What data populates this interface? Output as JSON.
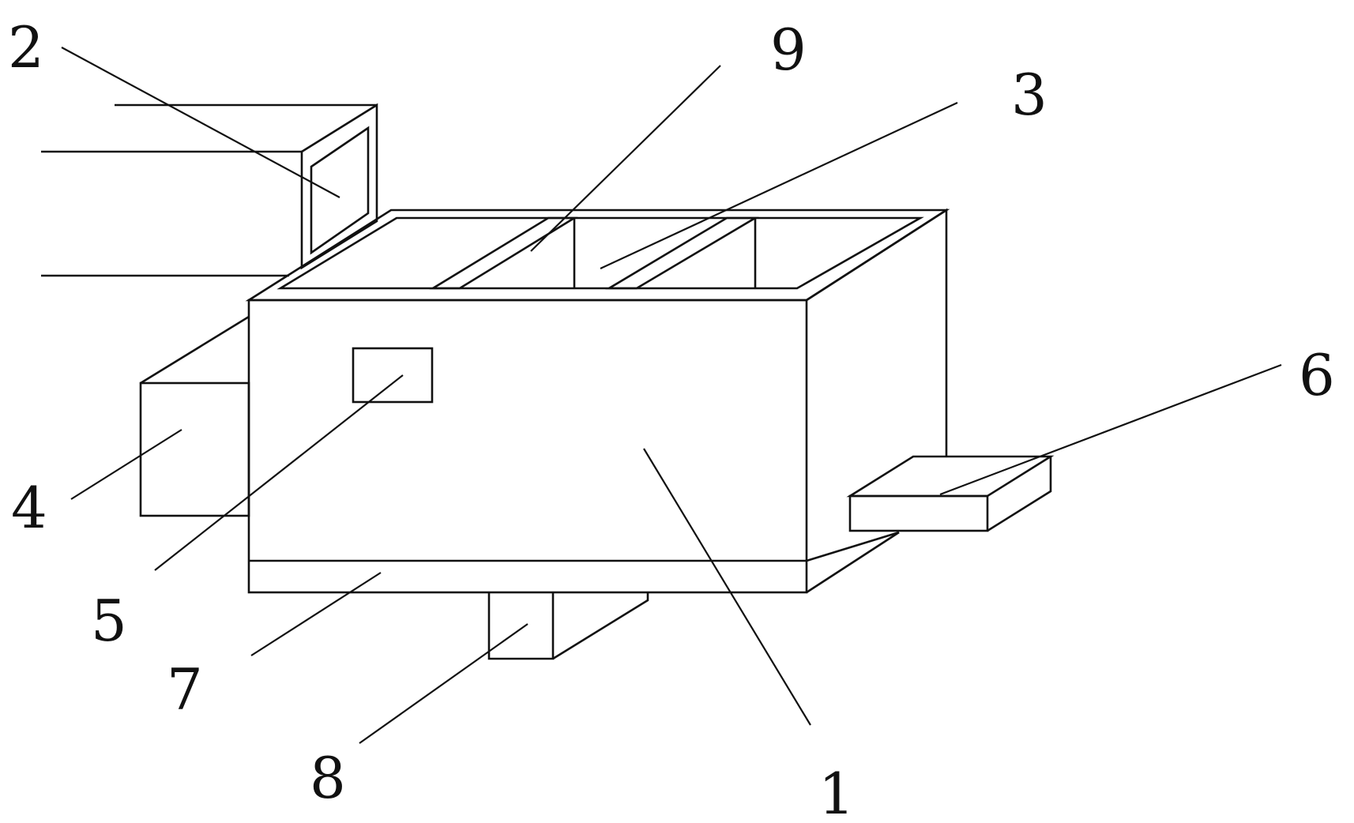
{
  "figure": {
    "labels": {
      "l1": "1",
      "l2": "2",
      "l3": "3",
      "l4": "4",
      "l5": "5",
      "l6": "6",
      "l7": "7",
      "l8": "8",
      "l9": "9"
    },
    "stroke_color": "#111111",
    "background_color": "#ffffff"
  }
}
